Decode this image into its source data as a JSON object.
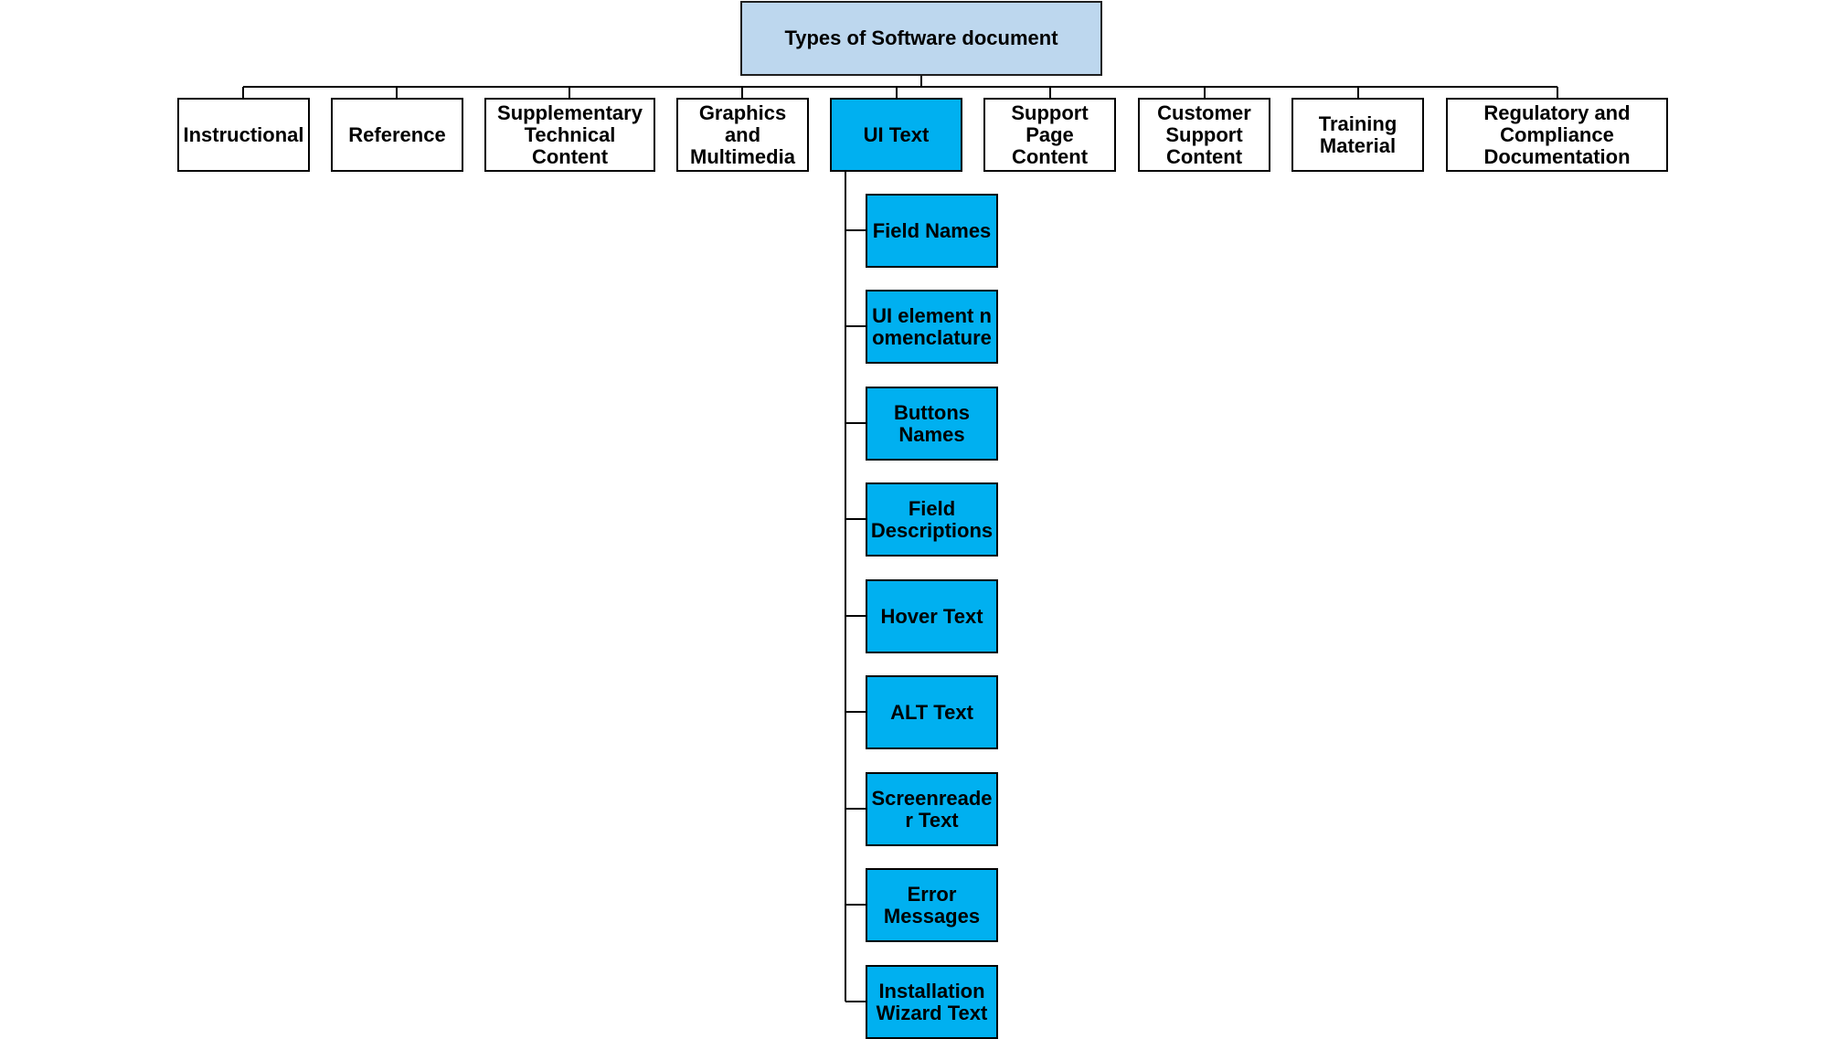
{
  "diagram": {
    "root": {
      "label": "Types of Software document",
      "fill": "#bdd7ee"
    },
    "children": [
      {
        "label": "Instructional"
      },
      {
        "label": "Reference"
      },
      {
        "label": "Supplementary Technical Content"
      },
      {
        "label": "Graphics and Multimedia"
      },
      {
        "label": "UI Text",
        "highlighted": true
      },
      {
        "label": "Support Page Content"
      },
      {
        "label": "Customer Support Content"
      },
      {
        "label": "Training Material"
      },
      {
        "label": "Regulatory and Compliance Documentation"
      }
    ],
    "ui_text_children": [
      {
        "label": "Field Names"
      },
      {
        "label": "UI element nomenclature"
      },
      {
        "label": "Buttons Names"
      },
      {
        "label": "Field Descriptions"
      },
      {
        "label": "Hover Text"
      },
      {
        "label": "ALT Text"
      },
      {
        "label": "Screenreader Text"
      },
      {
        "label": "Error Messages"
      },
      {
        "label": "Installation Wizard Text"
      }
    ],
    "colors": {
      "highlight_fill": "#00b0f0",
      "root_fill": "#bdd7ee",
      "border": "#000000"
    }
  }
}
